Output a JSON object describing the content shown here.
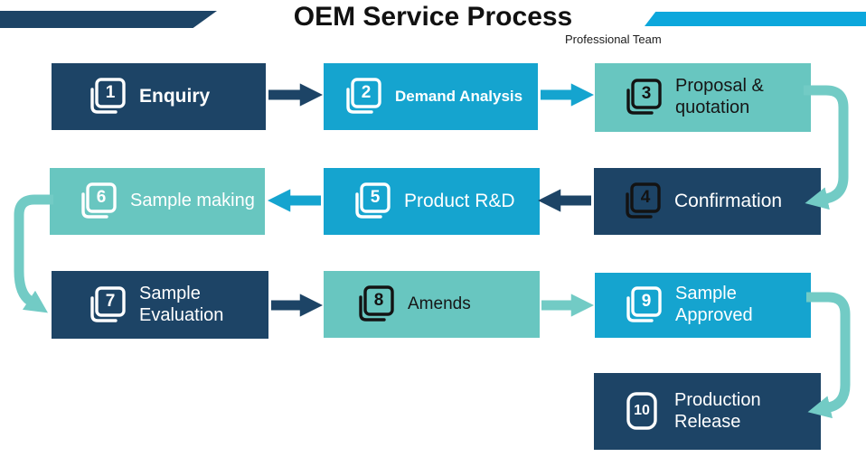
{
  "header": {
    "title": "OEM Service Process",
    "subtitle": "Professional Team"
  },
  "colors": {
    "navy": "#1D4466",
    "cyan": "#15A4CF",
    "teal": "#68C6C0",
    "teal_connector": "#72CBC5",
    "cyan_band": "#0CA7DC",
    "title_text": "#111111",
    "dark_text": "#161616",
    "light_text": "#FFFFFF"
  },
  "steps": [
    {
      "number": "1",
      "label": "Enquiry",
      "color": "navy",
      "icon": "stacked-pages-icon"
    },
    {
      "number": "2",
      "label": "Demand Analysis",
      "color": "cyan",
      "icon": "stacked-pages-icon"
    },
    {
      "number": "3",
      "label": "Proposal &\nquotation",
      "color": "teal",
      "icon": "stacked-pages-icon"
    },
    {
      "number": "4",
      "label": "Confirmation",
      "color": "navy",
      "icon": "stacked-pages-icon"
    },
    {
      "number": "5",
      "label": "Product R&D",
      "color": "cyan",
      "icon": "stacked-pages-icon"
    },
    {
      "number": "6",
      "label": "Sample making",
      "color": "teal",
      "icon": "stacked-pages-icon"
    },
    {
      "number": "7",
      "label": "Sample\nEvaluation",
      "color": "navy",
      "icon": "stacked-pages-icon"
    },
    {
      "number": "8",
      "label": "Amends",
      "color": "teal",
      "icon": "stacked-pages-icon"
    },
    {
      "number": "9",
      "label": "Sample\nApproved",
      "color": "cyan",
      "icon": "stacked-pages-icon"
    },
    {
      "number": "10",
      "label": "Production\nRelease",
      "color": "navy",
      "icon": "rounded-badge-icon"
    }
  ],
  "flow": {
    "connections": [
      "1→2",
      "2→3",
      "3→4",
      "4→5",
      "5→6",
      "6→7",
      "7→8",
      "8→9",
      "9→10"
    ]
  }
}
